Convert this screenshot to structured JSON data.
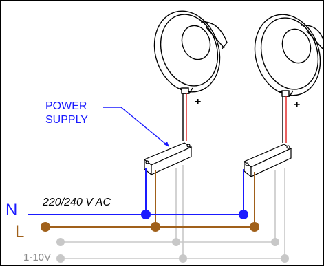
{
  "labels": {
    "power_supply_line1": "POWER",
    "power_supply_line2": "SUPPLY",
    "voltage": "220/240 V AC",
    "neutral": "N",
    "live": "L",
    "dimming": "1-10V",
    "plus_left": "+",
    "minus_left": "-",
    "plus_right": "+",
    "minus_right": "-"
  },
  "colors": {
    "neutral_wire": "#1a1aff",
    "live_wire": "#a0601a",
    "dimming_wire": "#c8c8c8",
    "dc_positive": "#e02020",
    "outline": "#000000",
    "annotation": "#1a1aff"
  }
}
